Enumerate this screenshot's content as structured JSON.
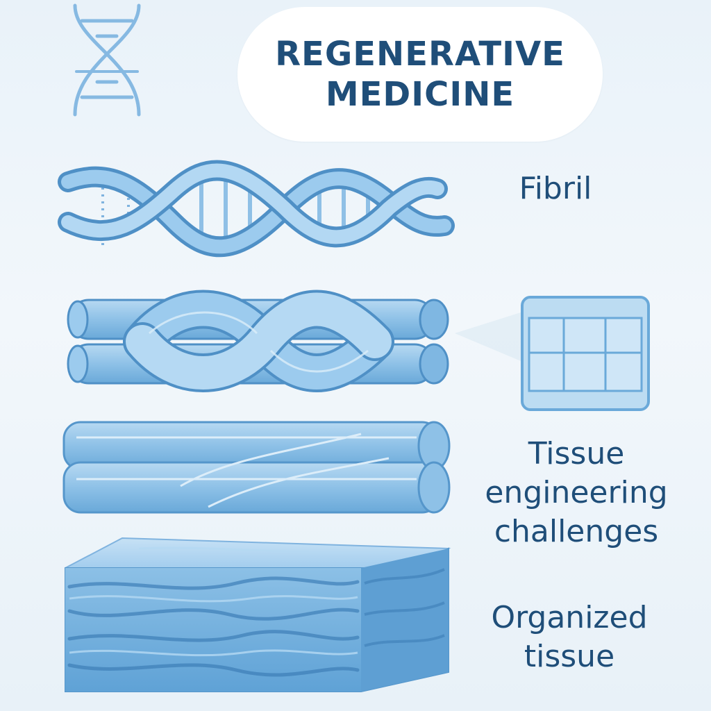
{
  "header": {
    "title_line1": "REGENERATIVE",
    "title_line2": "MEDICINE"
  },
  "labels": {
    "fibril": "Fibril",
    "tissue_engineering": [
      "Tissue",
      "engineering",
      "challenges"
    ],
    "organized_tissue": [
      "Organized",
      "tissue"
    ]
  },
  "icons": {
    "top_left": "dna-icon",
    "helix": "fibril-helix-icon",
    "twisted": "twisted-fibers-icon",
    "grid": "scaffold-grid-icon",
    "bundle": "fiber-bundle-icon",
    "block": "tissue-block-icon"
  },
  "colors": {
    "text": "#1f4e79",
    "fill_light": "#a9d0ee",
    "fill_mid": "#7fb7e2",
    "stroke": "#4f90c6"
  }
}
